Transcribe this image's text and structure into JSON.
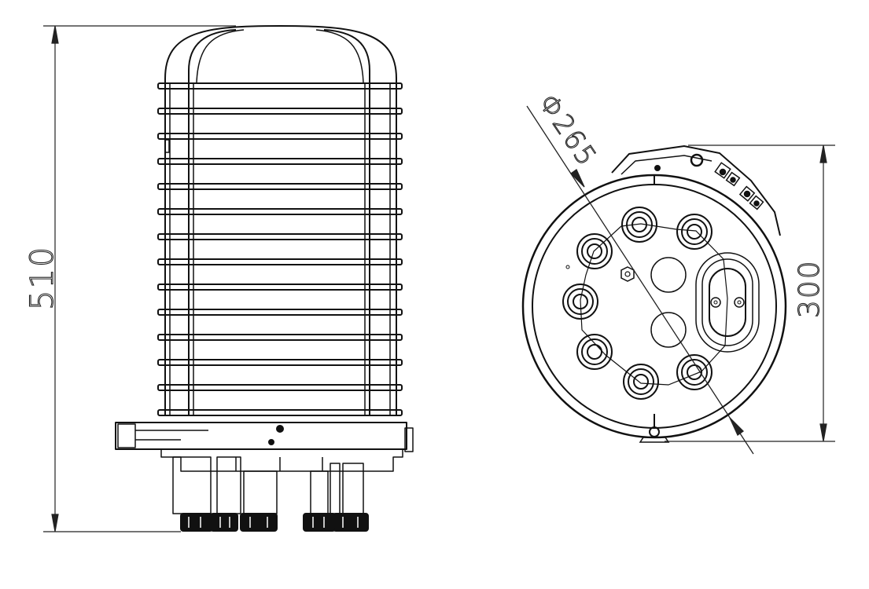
{
  "dimensions": {
    "height": "510",
    "diameter": "Φ265",
    "base_height": "300"
  },
  "colors": {
    "line": "#111111",
    "dimension_line": "#222222",
    "background": "#ffffff"
  }
}
